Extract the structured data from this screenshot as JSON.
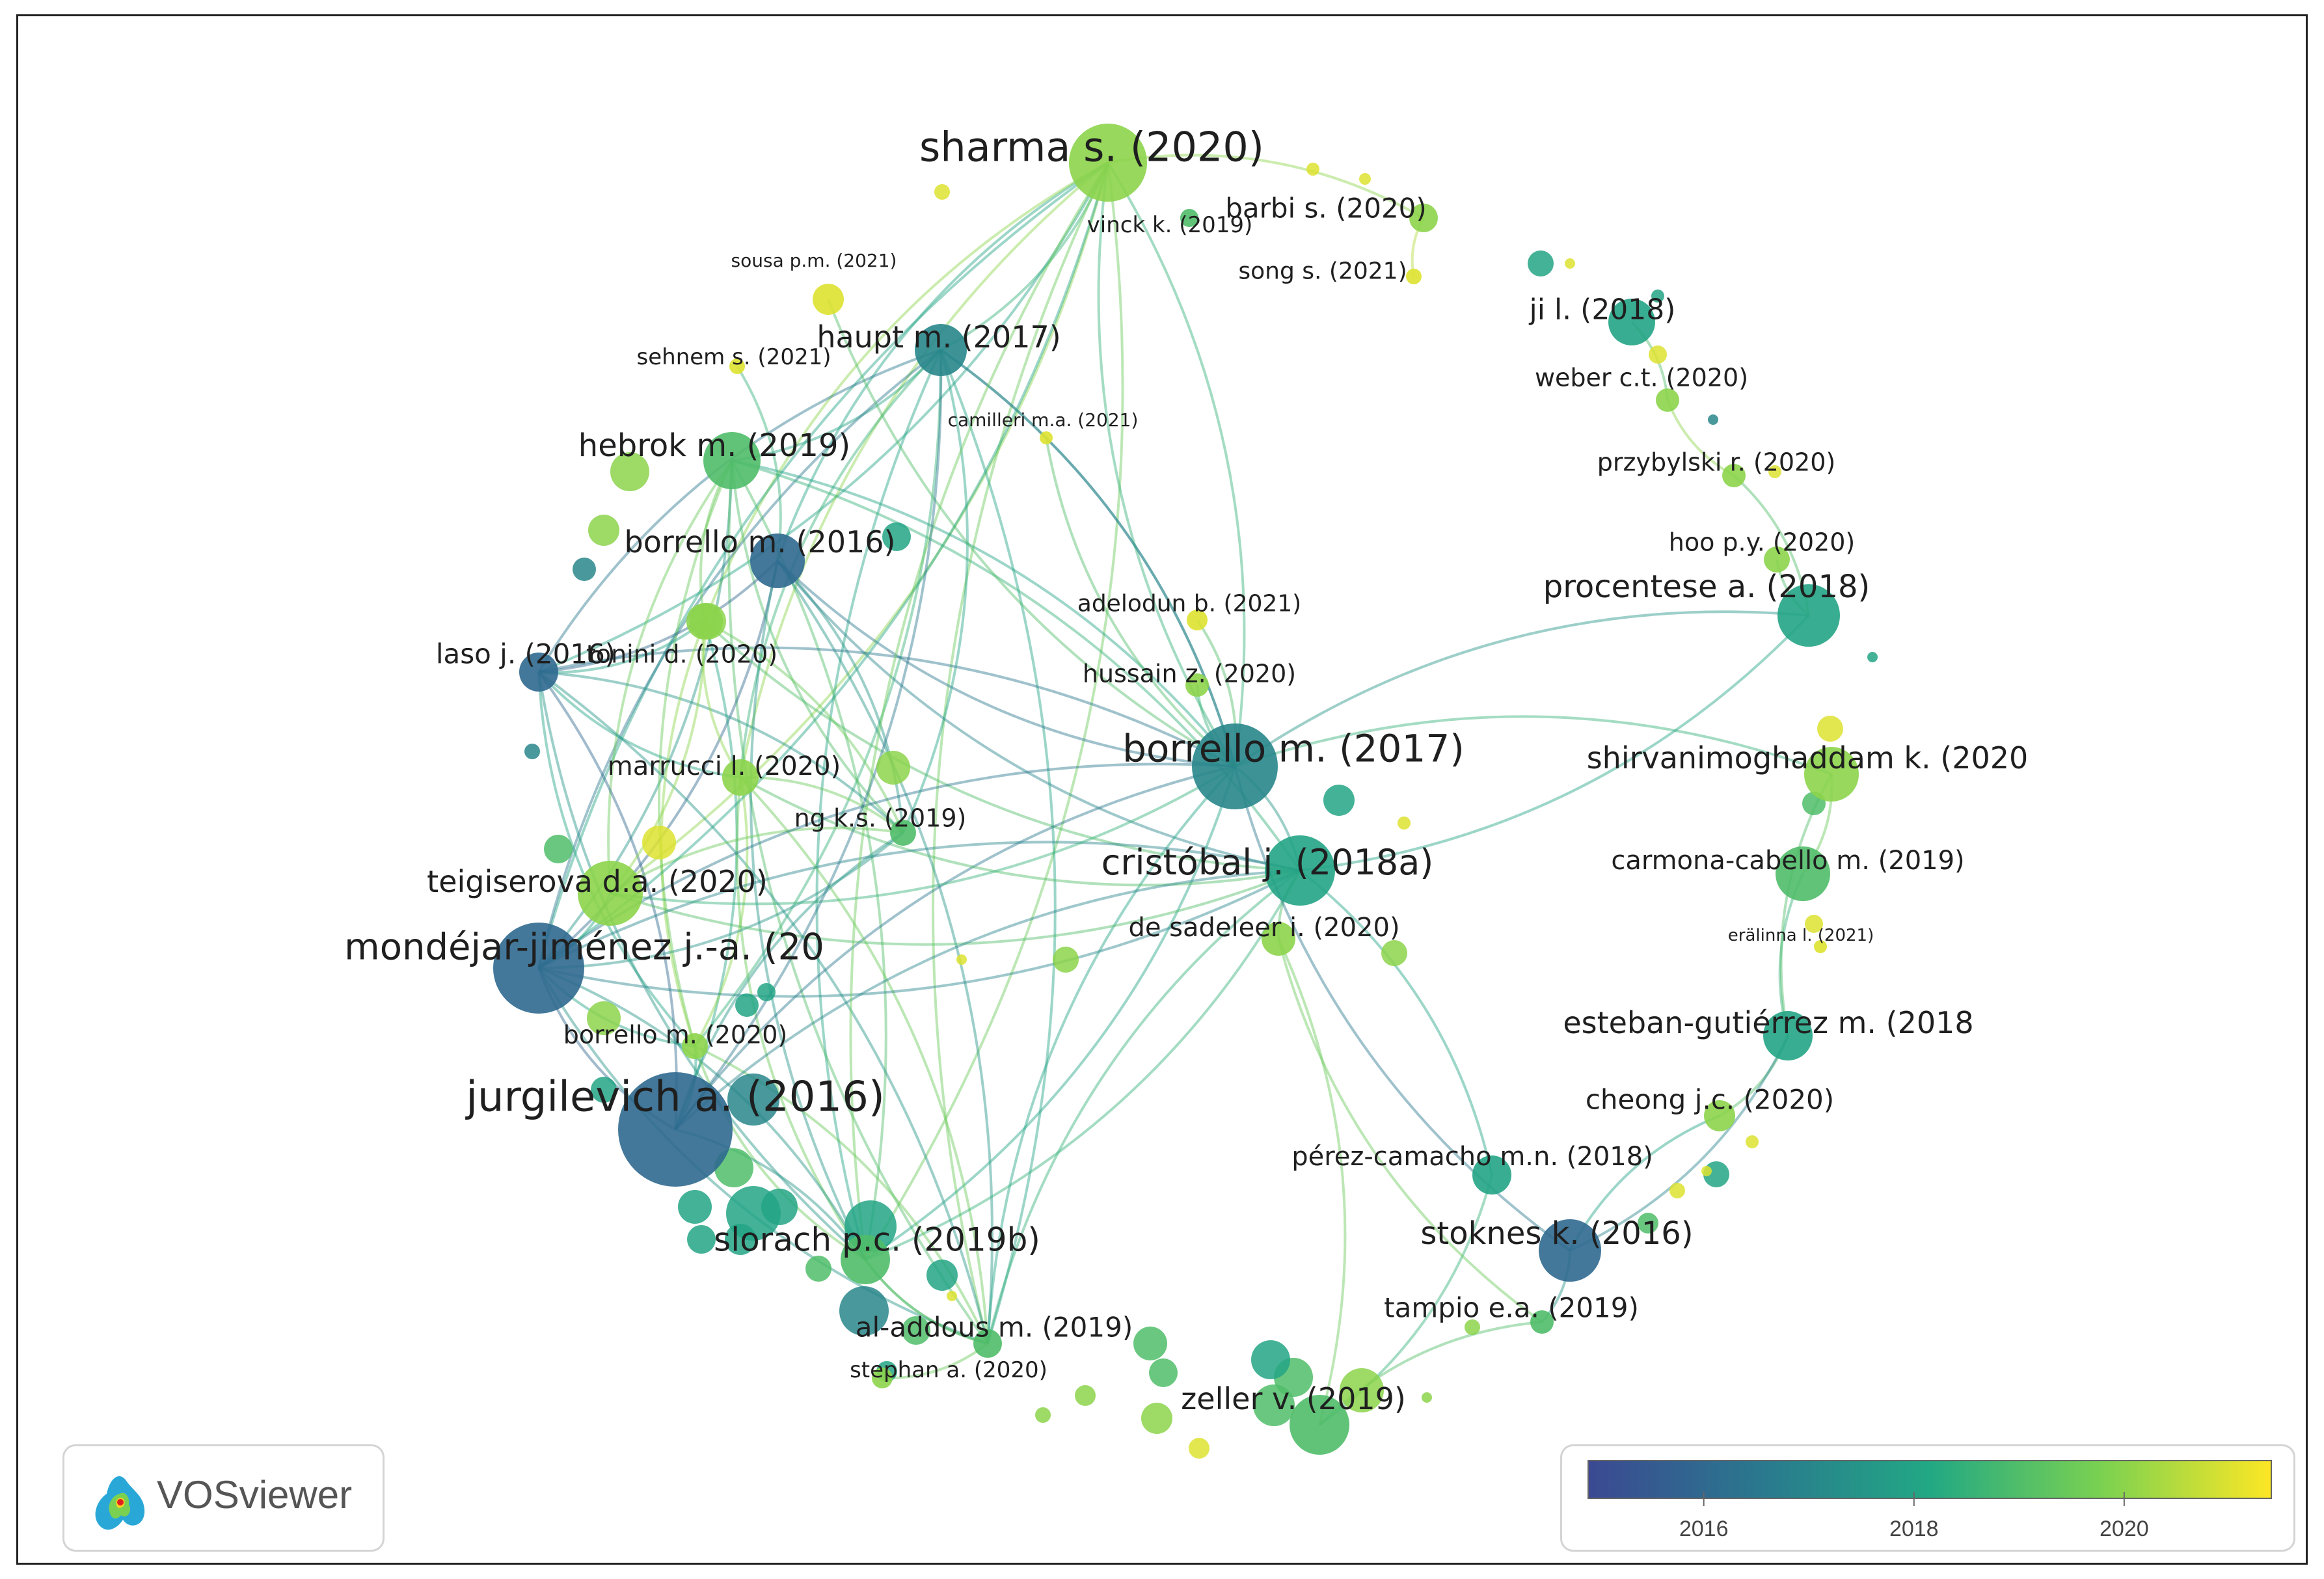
{
  "app": {
    "logo_label": "VOSviewer"
  },
  "colors": {
    "scale": [
      "#3b4992",
      "#2a788e",
      "#22a884",
      "#7ad151",
      "#fde725"
    ]
  },
  "legend": {
    "ticks": [
      {
        "label": "2016",
        "year": 2016
      },
      {
        "label": "2018",
        "year": 2018
      },
      {
        "label": "2020",
        "year": 2020
      }
    ],
    "year_min": 2014.9,
    "year_max": 2021.4
  },
  "nodes": [
    {
      "label": "sharma s. (2020)",
      "year": 2020.0,
      "weight": 0.75,
      "size": "l"
    },
    {
      "label": "vinck k. (2019)",
      "year": 2019.0,
      "weight": 0.35,
      "size": "s"
    },
    {
      "label": "barbi s. (2020)",
      "year": 2020.0,
      "weight": 0.35,
      "size": "m"
    },
    {
      "label": "song s. (2021)",
      "year": 2021.0,
      "weight": 0.2,
      "size": "s"
    },
    {
      "label": "sousa p.m. (2021)",
      "year": 2021.0,
      "weight": 0.35,
      "size": "xs"
    },
    {
      "label": "haupt m. (2017)",
      "year": 2017.0,
      "weight": 0.6,
      "size": "m"
    },
    {
      "label": "sehnem s. (2021)",
      "year": 2021.0,
      "weight": 0.2,
      "size": "s"
    },
    {
      "label": "ji l. (2018)",
      "year": 2018.0,
      "weight": 0.5,
      "size": "m"
    },
    {
      "label": "weber c.t. (2020)",
      "year": 2020.0,
      "weight": 0.3,
      "size": "s"
    },
    {
      "label": "camilleri m.a. (2021)",
      "year": 2021.0,
      "weight": 0.2,
      "size": "xs"
    },
    {
      "label": "hebrok m. (2019)",
      "year": 2019.0,
      "weight": 0.65,
      "size": "m"
    },
    {
      "label": "przybylski r. (2020)",
      "year": 2020.0,
      "weight": 0.3,
      "size": "s"
    },
    {
      "label": "borrello m. (2016)",
      "year": 2016.0,
      "weight": 0.6,
      "size": "m"
    },
    {
      "label": "hoo p.y. (2020)",
      "year": 2020.0,
      "weight": 0.3,
      "size": "s"
    },
    {
      "label": "adelodun b. (2021)",
      "year": 2021.0,
      "weight": 0.25,
      "size": "s"
    },
    {
      "label": "procentese a. (2018)",
      "year": 2018.0,
      "weight": 0.65,
      "size": "m"
    },
    {
      "label": "laso j. (2016)",
      "year": 2016.0,
      "weight": 0.5,
      "size": "m"
    },
    {
      "label": "tonini d. (2020)",
      "year": 2020.0,
      "weight": 0.4,
      "size": "s"
    },
    {
      "label": "hussain z. (2020)",
      "year": 2020.0,
      "weight": 0.3,
      "size": "s"
    },
    {
      "label": "borrello m. (2017)",
      "year": 2017.0,
      "weight": 0.95,
      "size": "l"
    },
    {
      "label": "shirvanimoghaddam k. (2020",
      "year": 2020.0,
      "weight": 0.6,
      "size": "m"
    },
    {
      "label": "marrucci l. (2020)",
      "year": 2020.0,
      "weight": 0.4,
      "size": "s"
    },
    {
      "label": "ng k.s. (2019)",
      "year": 2019.0,
      "weight": 0.35,
      "size": "s"
    },
    {
      "label": "cristóbal j. (2018a)",
      "year": 2018.0,
      "weight": 0.8,
      "size": "l"
    },
    {
      "label": "carmona-cabello m. (2019)",
      "year": 2019.0,
      "weight": 0.45,
      "size": "s"
    },
    {
      "label": "teigiserova d.a. (2020)",
      "year": 2020.0,
      "weight": 0.6,
      "size": "m"
    },
    {
      "label": "de sadeleer i. (2020)",
      "year": 2020.0,
      "weight": 0.45,
      "size": "s"
    },
    {
      "label": "erälinna l. (2021)",
      "year": 2021.0,
      "weight": 0.2,
      "size": "xs"
    },
    {
      "label": "mondéjar-jiménez j.-a. (20",
      "year": 2016.0,
      "weight": 1.0,
      "size": "xl"
    },
    {
      "label": "esteban-gutiérrez m. (2018",
      "year": 2018.0,
      "weight": 0.55,
      "size": "m"
    },
    {
      "label": "borrello m. (2020)",
      "year": 2020.0,
      "weight": 0.35,
      "size": "s"
    },
    {
      "label": "cheong j.c. (2020)",
      "year": 2020.0,
      "weight": 0.4,
      "size": "s"
    },
    {
      "label": "jurgilevich a. (2016)",
      "year": 2016.0,
      "weight": 1.0,
      "size": "xxl"
    },
    {
      "label": "pérez-camacho m.n. (2018)",
      "year": 2018.0,
      "weight": 0.45,
      "size": "s"
    },
    {
      "label": "stoknes k. (2016)",
      "year": 2016.0,
      "weight": 0.7,
      "size": "m"
    },
    {
      "label": "slorach p.c. (2019b)",
      "year": 2019.0,
      "weight": 0.75,
      "size": "l"
    },
    {
      "label": "tampio e.a. (2019)",
      "year": 2019.0,
      "weight": 0.45,
      "size": "s"
    },
    {
      "label": "al-addous m. (2019)",
      "year": 2019.0,
      "weight": 0.55,
      "size": "s"
    },
    {
      "label": "stephan a. (2020)",
      "year": 2020.0,
      "weight": 0.35,
      "size": "s"
    },
    {
      "label": "zeller v. (2019)",
      "year": 2019.0,
      "weight": 0.6,
      "size": "m"
    }
  ]
}
